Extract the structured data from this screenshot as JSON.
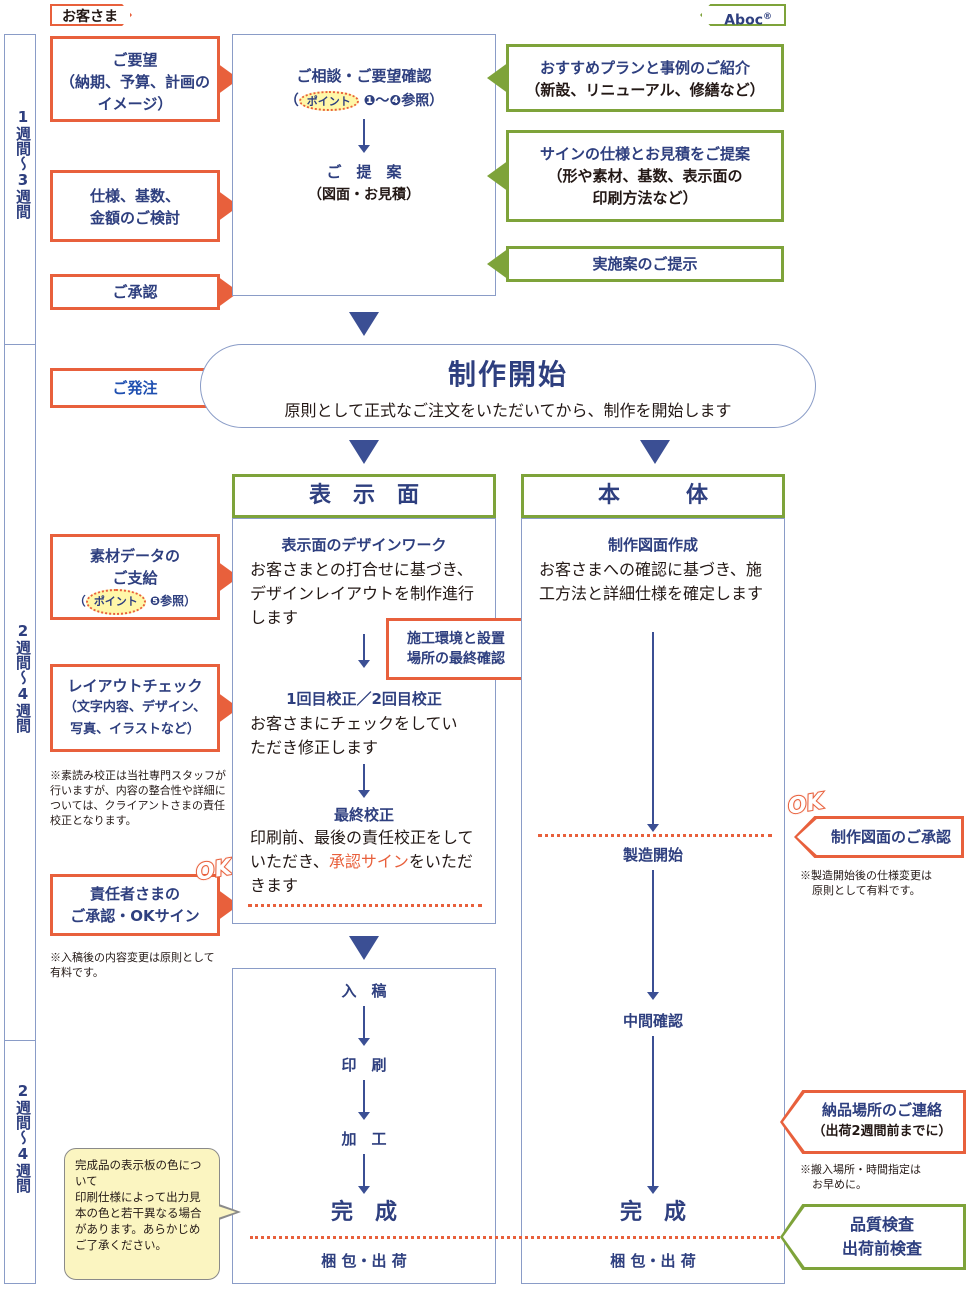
{
  "tags": {
    "customer": "お客さま",
    "company": "Aboc"
  },
  "periods": [
    "1週間〜3週間",
    "2週間〜4週間",
    "2週間〜4週間"
  ],
  "left_steps": {
    "request": [
      "ご要望",
      "（納期、予算、計画の",
      "イメージ）"
    ],
    "review": [
      "仕様、基数、",
      "金額のご検討"
    ],
    "approval": "ご承認",
    "order": "ご発注",
    "material": [
      "素材データの",
      "ご支給"
    ],
    "material_ref": "❺参照",
    "layout": "レイアウトチェック",
    "layout_sub": [
      "（文字内容、デザイン、",
      "写真、イラストなど）"
    ],
    "layout_note": "※素読み校正は当社専門スタッフが行いますが、内容の整合性や詳細については、クライアントさまの責任校正となります。",
    "sign": [
      "責任者さまの",
      "ご承認・OKサイン"
    ],
    "sign_note": "※入稿後の内容変更は原則として有料です。"
  },
  "right_steps": {
    "plans": [
      "おすすめプランと事例のご紹介",
      "（新設、リニューアル、修繕など）"
    ],
    "spec": [
      "サインの仕様とお見積をご提案",
      "（形や素材、基数、表示面の",
      "印刷方法など）"
    ],
    "proposal": "実施案のご提示",
    "drawing": "制作図面のご承認",
    "drawing_note": [
      "※製造開始後の仕様変更は",
      "原則として有料です。"
    ],
    "delivery": [
      "納品場所のご連絡",
      "（出荷2週間前までに）"
    ],
    "delivery_note": [
      "※搬入場所・時間指定は",
      "お早めに。"
    ],
    "inspect": [
      "品質検査",
      "出荷前検査"
    ]
  },
  "consult": {
    "title": "ご相談・ご要望確認",
    "point": "ポイント",
    "ref": "❶〜❹参照",
    "proposal": "ご　提　案",
    "proposal_sub": "（図面・お見積）"
  },
  "start": {
    "title": "制作開始",
    "desc": "原則として正式なご注文をいただいてから、制作を開始します"
  },
  "display": {
    "header": "表　示　面",
    "design_title": "表示面のデザインワーク",
    "design_text": "お客さまとの打合せに基づき、デザインレイアウトを制作進行します",
    "env": [
      "施工環境と設置",
      "場所の最終確認"
    ],
    "proof_title": "1回目校正／2回目校正",
    "proof_text": "お客さまにチェックをしていただき修正します",
    "final_title": "最終校正",
    "final_text1": "印刷前、最後の責任校正をしていただき、",
    "final_sign": "承認サイン",
    "final_text2": "をいただきます",
    "flow": [
      "入　稿",
      "印　刷",
      "加　工",
      "完　成",
      "梱 包・出 荷"
    ]
  },
  "body_col": {
    "header": "本　　　体",
    "make_title": "制作図面作成",
    "make_text": "お客さまへの確認に基づき、施工方法と詳細仕様を確定します",
    "flow": [
      "製造開始",
      "中間確認",
      "完　成",
      "梱 包・出 荷"
    ]
  },
  "ok_label": "OK",
  "callout": "完成品の表示板の色について\n印刷仕様によって出力見本の色と若干異なる場合があります。あらかじめご了承ください。",
  "colors": {
    "red": "#e8603c",
    "green": "#7ea33a",
    "navy": "#2e3f7f",
    "arrow": "#3b4f94"
  }
}
